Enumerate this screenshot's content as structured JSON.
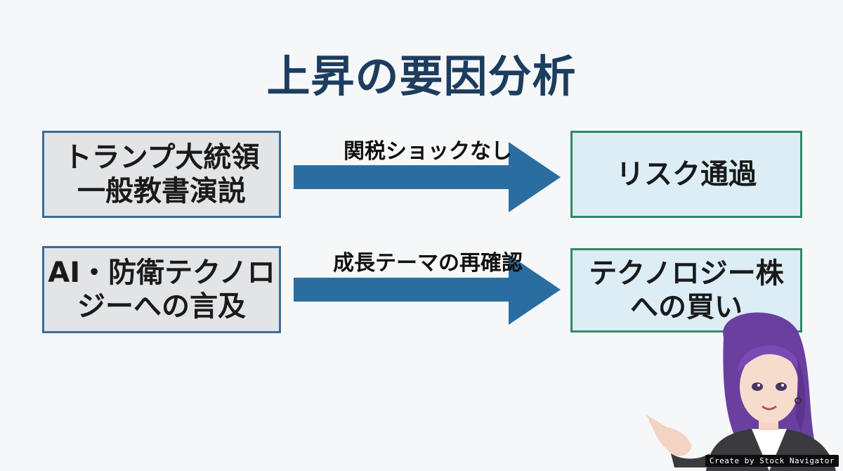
{
  "title": "上昇の要因分析",
  "rows": [
    {
      "cause": "トランプ大統領\n一般教書演説",
      "arrow_label": "関税ショックなし",
      "effect": "リスク通過"
    },
    {
      "cause": "AI・防衛テクノロ\nジーへの言及",
      "arrow_label": "成長テーマの再確認",
      "effect": "テクノロジー株\nへの買い"
    }
  ],
  "credit": "Create by Stock Navigator",
  "colors": {
    "title": "#1c3d5e",
    "arrow": "#2a6ea1",
    "cause_border": "#3b6b9a",
    "cause_fill": "#e3e4e6",
    "effect_border": "#2f8a67",
    "effect_fill": "#dcedf6"
  },
  "icons": {
    "character": "pointing-anime-woman-illustration"
  }
}
